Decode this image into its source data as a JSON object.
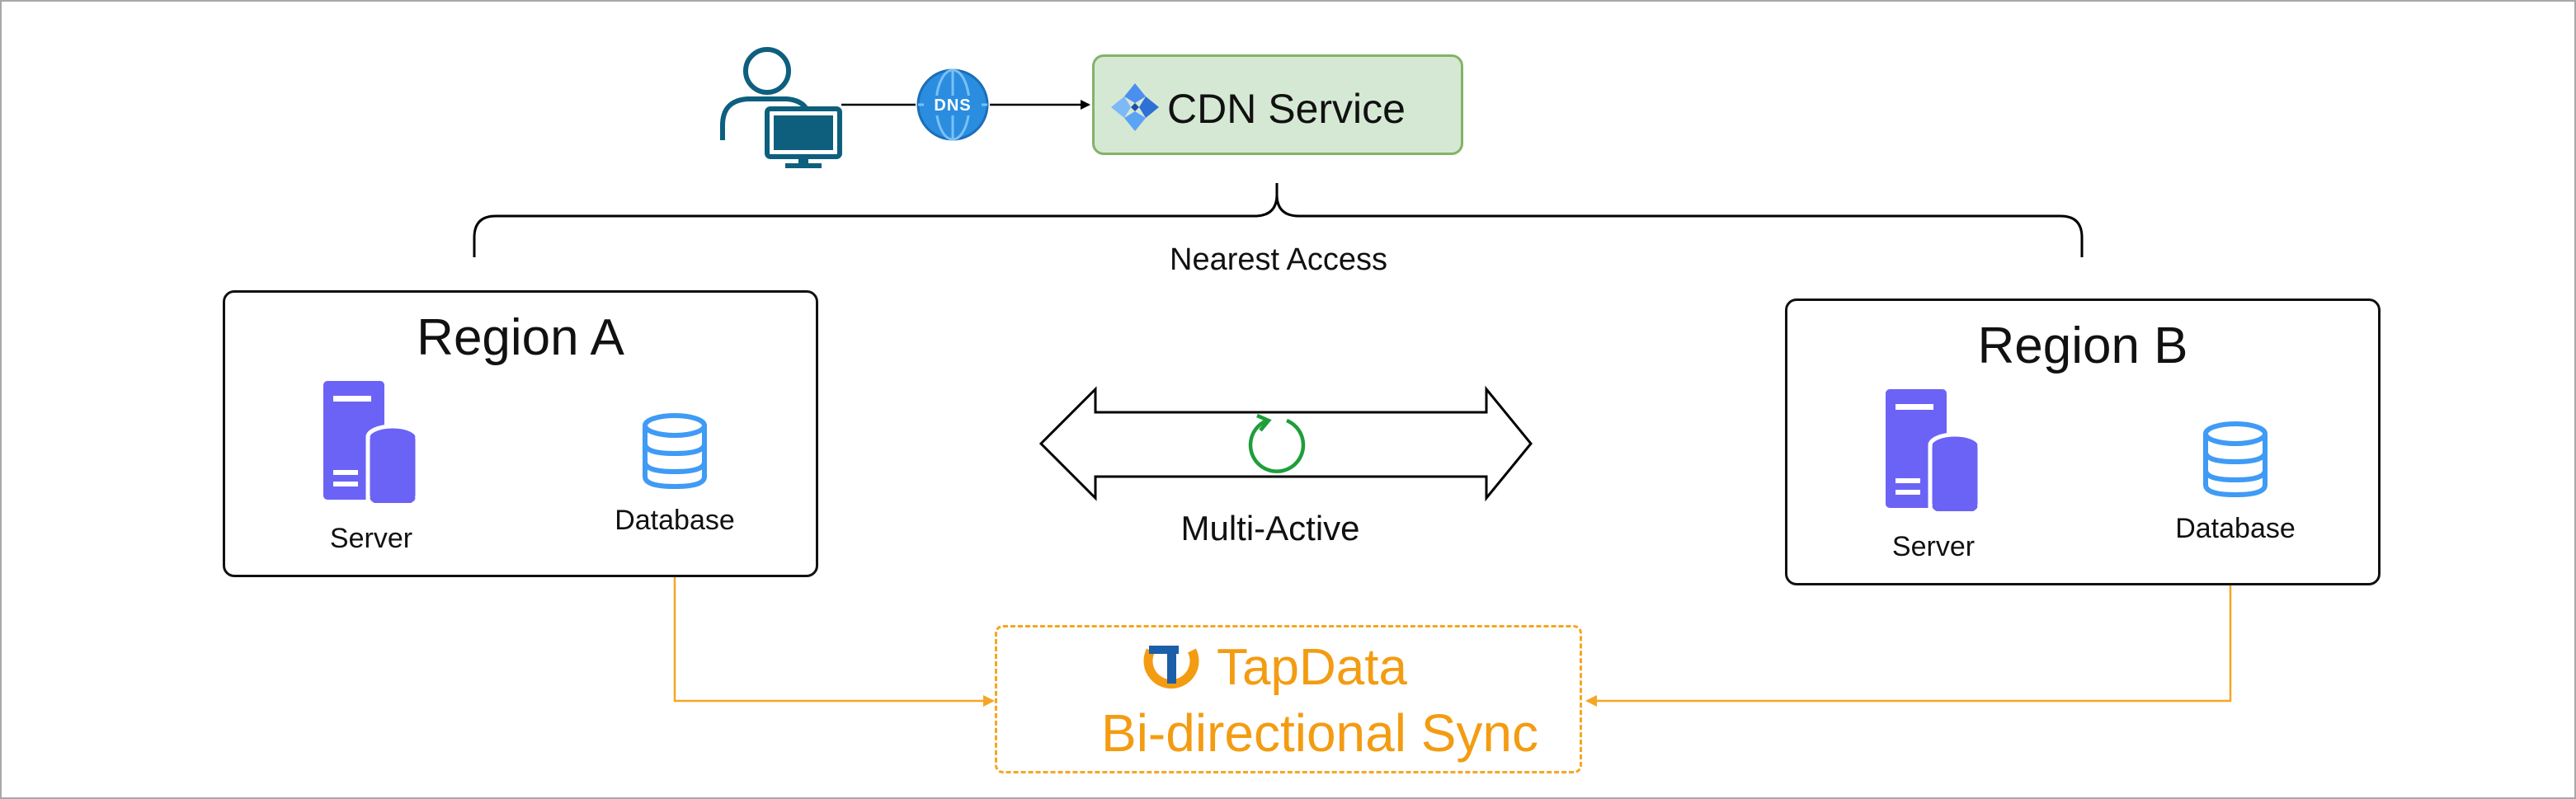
{
  "cdn": {
    "label": "CDN Service"
  },
  "dns": {
    "label": "DNS"
  },
  "nearest_access": "Nearest Access",
  "multi_active": "Multi-Active",
  "region_a": {
    "title": "Region A",
    "server_label": "Server",
    "database_label": "Database"
  },
  "region_b": {
    "title": "Region B",
    "server_label": "Server",
    "database_label": "Database"
  },
  "tapdata": {
    "name": "TapData",
    "subtitle": "Bi-directional Sync"
  },
  "colors": {
    "cdn_fill": "#d5e8d4",
    "cdn_border": "#82b366",
    "server": "#6b63f6",
    "database": "#3f9bf5",
    "sync": "#f5a623",
    "sync_text": "#f39c12",
    "user_icon": "#0e5f7e",
    "dns_globe": "#2a8de0",
    "refresh": "#1e9e3a"
  },
  "icons": {
    "user": "user-computer-icon",
    "dns": "dns-globe-icon",
    "cdn": "cdn-diamond-icon",
    "server": "server-icon",
    "database": "database-icon",
    "refresh": "refresh-icon",
    "tapdata": "tapdata-logo-icon"
  }
}
